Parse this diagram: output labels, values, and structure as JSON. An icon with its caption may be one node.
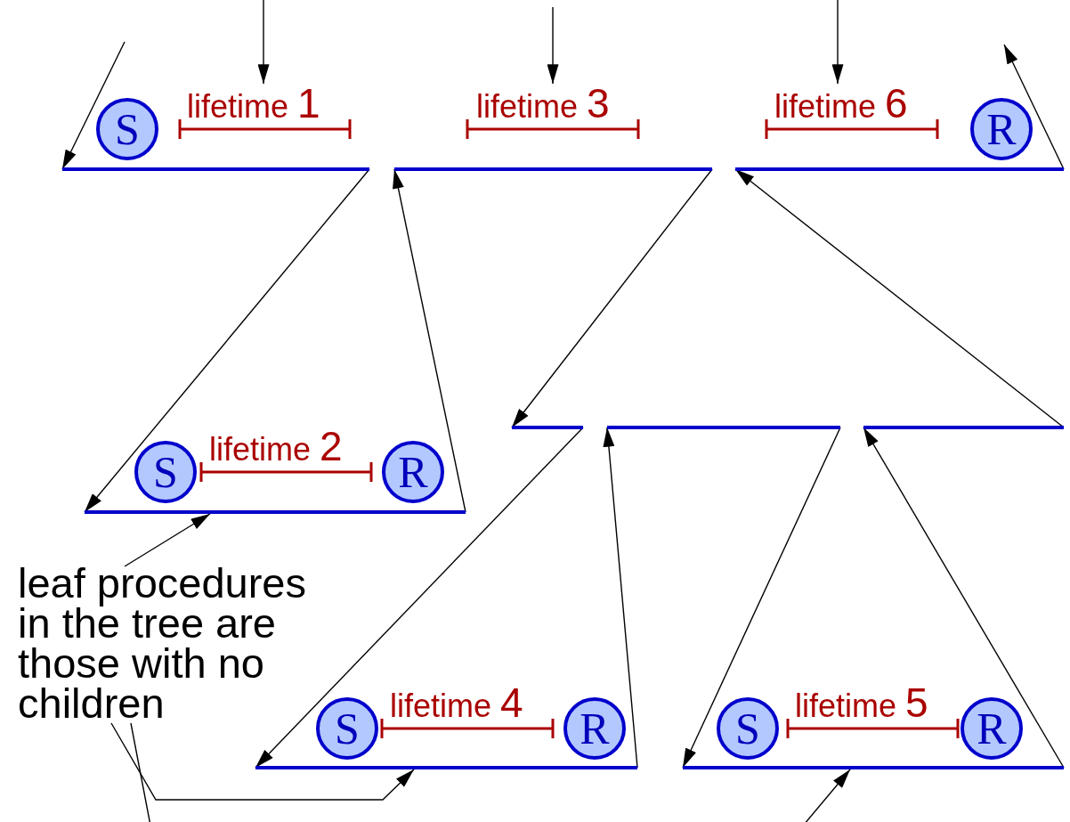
{
  "diagram": {
    "nodes": [
      {
        "text": [
          "S"
        ]
      },
      {
        "text": [
          "lifetime 1"
        ]
      },
      {
        "text": [
          "lifetime 3"
        ]
      },
      {
        "text": [
          "lifetime 6"
        ]
      },
      {
        "text": [
          "R"
        ]
      },
      {
        "text": [],
        "shape": "bar"
      },
      {
        "text": [],
        "shape": "bar"
      },
      {
        "text": [],
        "shape": "bar"
      },
      {
        "text": [],
        "shape": "bar"
      },
      {
        "text": [],
        "shape": "bar"
      },
      {
        "text": [],
        "shape": "bar"
      },
      {
        "text": [
          "S"
        ]
      },
      {
        "text": [
          "lifetime 2"
        ]
      },
      {
        "text": [
          "R"
        ]
      },
      {
        "text": [],
        "shape": "bar"
      },
      {
        "text": [
          "leaf procedures in the tree are those with no children"
        ]
      },
      {
        "text": [
          "S"
        ]
      },
      {
        "text": [
          "lifetime 4"
        ]
      },
      {
        "text": [
          "R"
        ]
      },
      {
        "text": [
          "S"
        ]
      },
      {
        "text": [
          "lifetime 5"
        ]
      },
      {
        "text": [
          "R"
        ]
      },
      {
        "text": [],
        "shape": "bar"
      },
      {
        "text": [],
        "shape": "bar"
      }
    ],
    "edges": [
      {
        "from": null,
        "to": 1,
        "arrow": "to"
      },
      {
        "from": null,
        "to": 2,
        "arrow": "to"
      },
      {
        "from": null,
        "to": 3,
        "arrow": "to"
      },
      {
        "from": null,
        "to": 5,
        "arrow": "to"
      },
      {
        "from": 5,
        "to": 14,
        "arrow": "to"
      },
      {
        "from": 14,
        "to": 6,
        "arrow": "to"
      },
      {
        "from": 6,
        "to": 8,
        "arrow": "to"
      },
      {
        "from": 8,
        "to": 22,
        "arrow": "to"
      },
      {
        "from": 22,
        "to": 9,
        "arrow": "to"
      },
      {
        "from": 9,
        "to": 23,
        "arrow": "to"
      },
      {
        "from": 23,
        "to": 10,
        "arrow": "to"
      },
      {
        "from": 10,
        "to": 7,
        "arrow": "to"
      },
      {
        "from": 7,
        "to": null,
        "arrow": "to"
      },
      {
        "from": 15,
        "to": 14,
        "arrow": "to"
      },
      {
        "from": 15,
        "to": 22,
        "arrow": "to"
      },
      {
        "from": 15,
        "to": 23,
        "arrow": "to"
      }
    ]
  }
}
